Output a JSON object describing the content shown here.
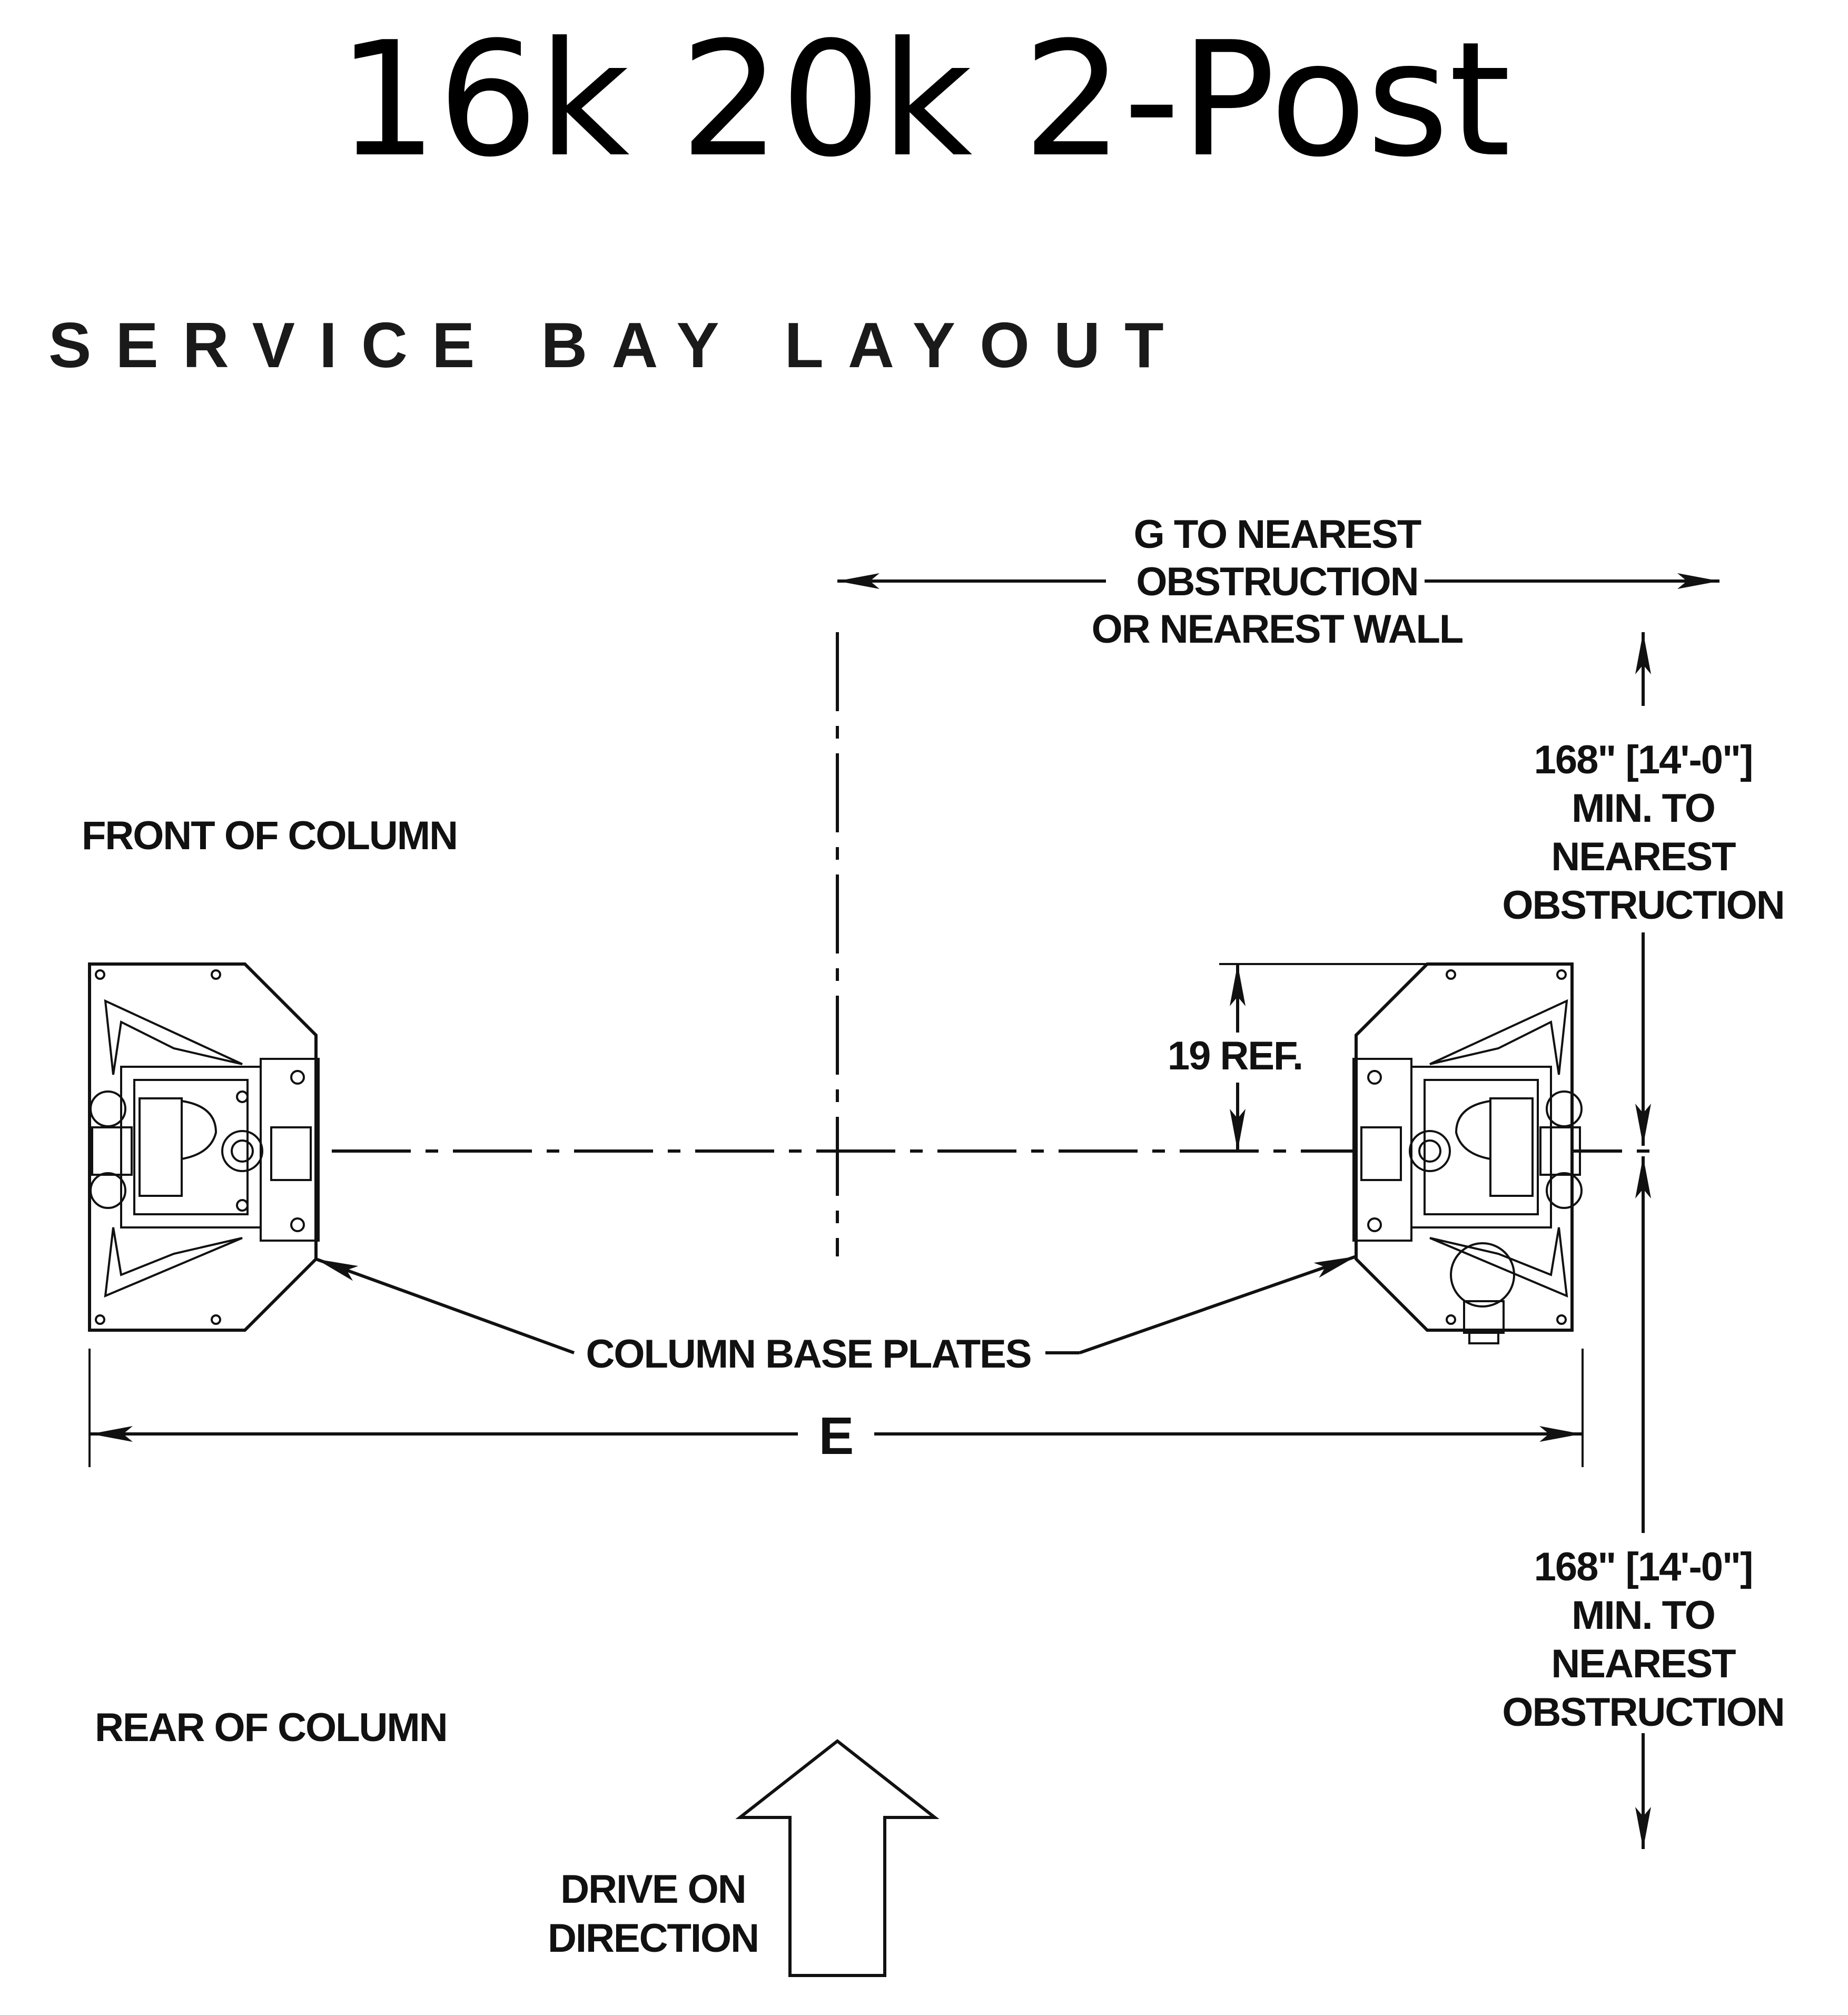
{
  "title": "16k 20k 2-Post",
  "section_heading": "SERVICE BAY LAYOUT",
  "diagram": {
    "g_label": [
      "G TO NEAREST",
      "OBSTRUCTION",
      "OR NEAREST WALL"
    ],
    "front_label": "FRONT OF COLUMN",
    "rear_label": "REAR OF COLUMN",
    "min_label_top": [
      "168\" [14'-0\"]",
      "MIN. TO",
      "NEAREST",
      "OBSTRUCTION"
    ],
    "min_label_bottom": [
      "168\" [14'-0\"]",
      "MIN. TO",
      "NEAREST",
      "OBSTRUCTION"
    ],
    "ref_label": "19 REF.",
    "base_plates_label": "COLUMN BASE PLATES",
    "e_label": "E",
    "drive_label": [
      "DRIVE ON",
      "DIRECTION"
    ]
  }
}
